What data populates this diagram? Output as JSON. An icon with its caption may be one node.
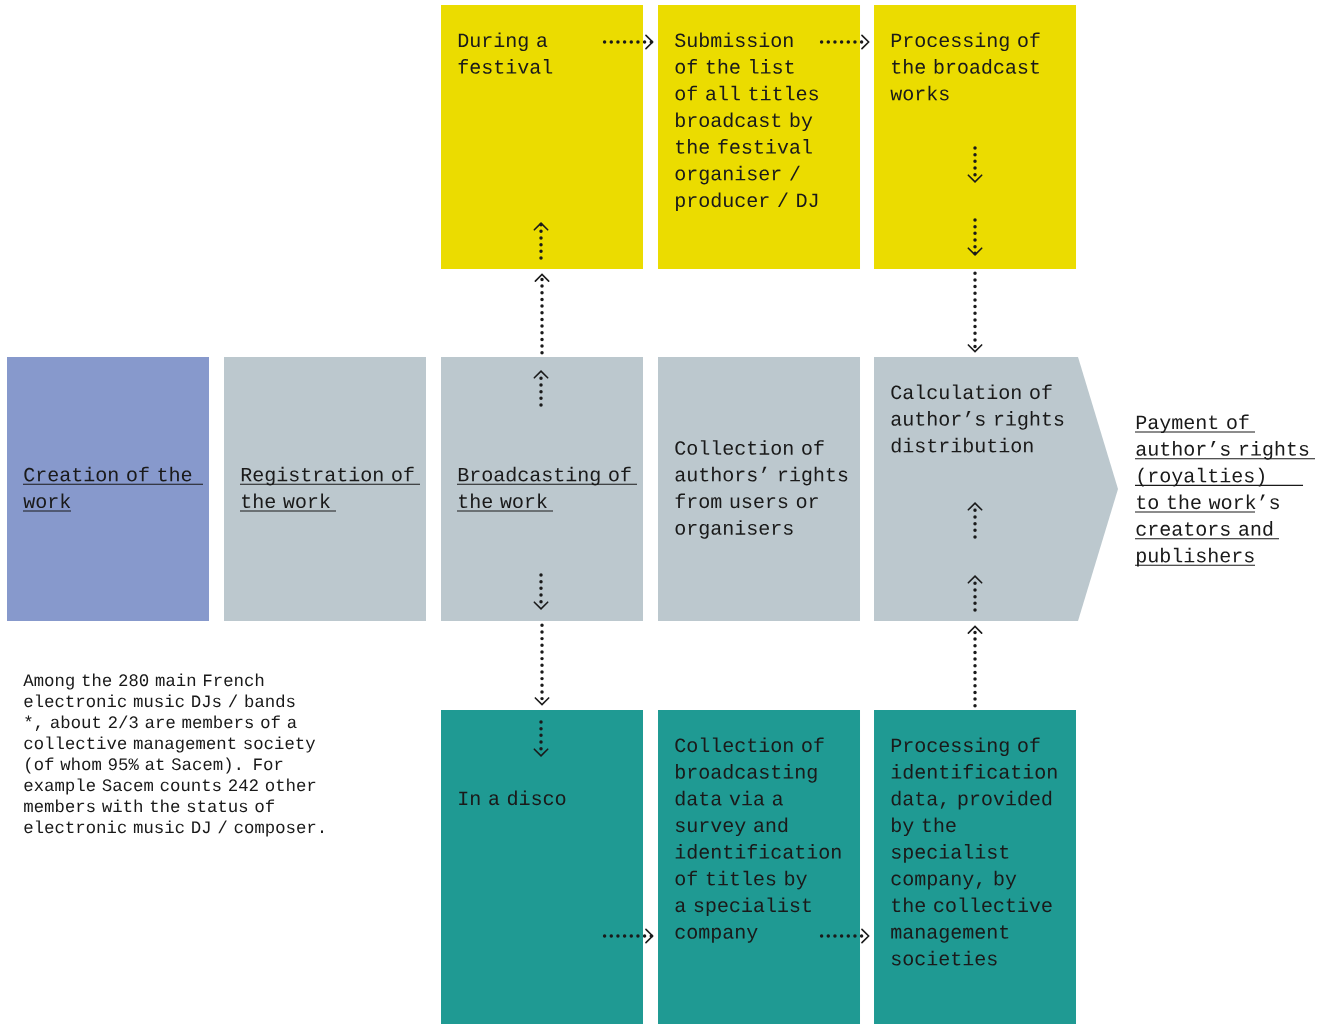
{
  "diagram": {
    "nodes": [
      {
        "text": [
          "During a festival"
        ]
      },
      {
        "text": [
          "Submission of the list of all titles broadcast by the festival organiser / producer / DJ"
        ]
      },
      {
        "text": [
          "Processing of the broadcast works"
        ]
      },
      {
        "text": [
          "Creation of the work"
        ]
      },
      {
        "text": [
          "Registration of the work"
        ]
      },
      {
        "text": [
          "Broadcasting of the work"
        ]
      },
      {
        "text": [
          "Collection of authors’ rights from users or organisers"
        ]
      },
      {
        "text": [
          "Calculation of author’s rights distribution"
        ],
        "beside": [
          "Payment of author’s rights (royalties) to the work’s creators and publishers"
        ]
      },
      {
        "text": [
          "In a disco"
        ]
      },
      {
        "text": [
          "Collection of broadcasting data via a survey and identification of titles by a specialist company"
        ]
      },
      {
        "text": [
          "Processing of identification data, provided by the specialist company, by the collective management societies"
        ]
      }
    ],
    "edges": [
      {
        "from": 5,
        "to": 0,
        "arrow": "to",
        "style": "dashed"
      },
      {
        "from": 0,
        "to": 1,
        "arrow": "to",
        "style": "dashed"
      },
      {
        "from": 1,
        "to": 2,
        "arrow": "to",
        "style": "dashed"
      },
      {
        "from": 2,
        "to": 7,
        "arrow": "to",
        "style": "dashed"
      },
      {
        "from": 5,
        "to": 8,
        "arrow": "to",
        "style": "dashed"
      },
      {
        "from": 8,
        "to": 9,
        "arrow": "to",
        "style": "dashed"
      },
      {
        "from": 9,
        "to": 10,
        "arrow": "to",
        "style": "dashed"
      },
      {
        "from": 10,
        "to": 7,
        "arrow": "to",
        "style": "dashed"
      }
    ],
    "labels": [
      "Among the 280 main French electronic music DJs / bands *, about 2/3 are members of a collective management society (of whom 95% at Sacem). For example Sacem counts 242 other members with the status of electronic music DJ / composer."
    ]
  }
}
